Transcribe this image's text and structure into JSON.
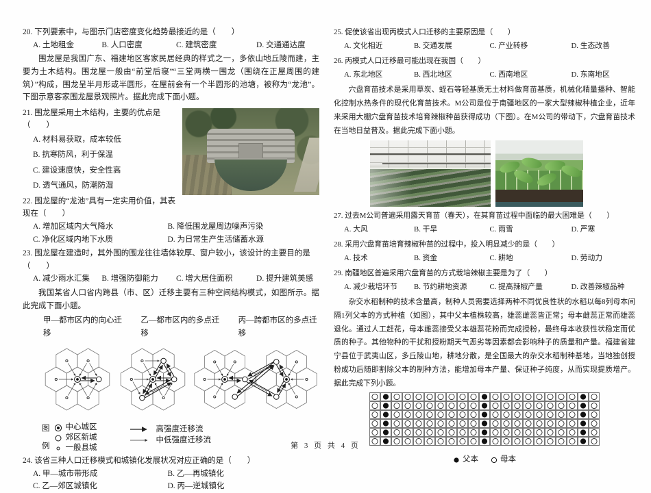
{
  "questions": {
    "q20": {
      "stem": "20. 下列要素中，与图示门店密度变化趋势最接近的是（　　）",
      "options": [
        "A. 土地租金",
        "B. 人口密度",
        "C. 建筑密度",
        "D. 交通通达度"
      ]
    },
    "q21": {
      "stem": "21. 围龙屋采用土木结构，主要的优点是（　　）",
      "options": [
        "A. 材料易获取，成本较低",
        "B. 抗寒防风，利于保温",
        "C. 建设速度快，安全性高",
        "D. 透气通风，防潮防湿"
      ]
    },
    "q22": {
      "stem": "22. 围龙屋的“龙池”具有一定实用价值，其表现在（　　）",
      "options": [
        "A. 增加区域内大气降水",
        "B. 降低围龙屋周边噪声污染",
        "C. 净化区域内地下水质",
        "D. 为日常生产生活储蓄水源"
      ]
    },
    "q23": {
      "stem": "23. 围龙屋在建造时，其外围的围龙往往墙体较厚、窗户较小，该设计的主要目的是（　　）",
      "options": [
        "A. 减少雨水汇集",
        "B. 增强防御能力",
        "C. 增大居住面积",
        "D. 提升建筑美感"
      ]
    },
    "q24": {
      "stem": "24. 该省三种人口迁移模式和城镇化发展状况对应正确的是（　　）",
      "options": [
        "A. 甲—城市带形成",
        "B. 乙—再城镇化",
        "C. 乙—郊区城镇化",
        "D. 丙—逆城镇化"
      ]
    },
    "q25": {
      "stem": "25. 促使该省出现丙模式人口迁移的主要原因是（　　）",
      "options": [
        "A. 文化相近",
        "B. 交通发展",
        "C. 产业转移",
        "D. 生态改善"
      ]
    },
    "q26": {
      "stem": "26. 丙模式人口迁移最可能出现在我国（　　）",
      "options": [
        "A. 东北地区",
        "B. 西北地区",
        "C. 西南地区",
        "D. 东南地区"
      ]
    },
    "q27": {
      "stem": "27. 过去M公司普遍采用露天育苗（春天），在其育苗过程中面临的最大困难是（　　）",
      "options": [
        "A. 大风",
        "B. 干旱",
        "C. 雨雪",
        "D. 严寒"
      ]
    },
    "q28": {
      "stem": "28. 采用穴盘育苗培育辣椒种苗的过程中，投入明显减少的是（　　）",
      "options": [
        "A. 技术",
        "B. 资金",
        "C. 耕地",
        "D. 劳动力"
      ]
    },
    "q29": {
      "stem": "29. 南疆地区普遍采用穴盘育苗的方式栽培辣椒主要是为了（　　）",
      "options": [
        "A. 减少栽培环节",
        "B. 节约耕地资源",
        "C. 提高辣椒产量",
        "D. 改善辣椒品种"
      ]
    }
  },
  "passages": {
    "p1": "围龙屋是我国广东、福建地区客家民居经典的样式之一，多依山地丘陵而建，主要为土木结构。围龙屋一般由“前堂后寝”“三堂两横一围龙（围绕在正屋周围的建筑）”构成，围龙呈半月形或半圆形，在屋前会有一个半圆形的池塘，被称为“龙池”。下图示意客家围龙屋景观照片。据此完成下面小题。",
    "p2": "我国某省人口省内跨县（市、区）迁移主要有三种空间结构模式，如图所示。据此完成下面小题。",
    "p3": "穴盘育苗技术是采用草炭、蛭石等轻基质无土材料做育苗基质，机械化精量播种、智能化控制水热条件的现代化育苗技术。M公司是位于南疆地区的一家大型辣椒种植企业，近年来采用大棚穴盘育苗技术培育辣椒种苗获得成功（下图）。在M公司的带动下，穴盘育苗技术在当地日益普及。据此完成下面小题。",
    "p4": "杂交水稻制种的技术含量高，制种人员需要选择两种不同优良性状的水稻以每8列母本间隔1列父本的方式种植（如图），其中父本植株较高，雄蕊雌蕊皆正常；母本雌蕊正常而雄蕊退化。通过人工赶花，母本雌蕊接受父本雄蕊花粉而完成授粉，最终母本收获性状稳定而优质的种子。其他物种的干扰和授粉期天气恶劣等因素都会影响种子的质量和产量。福建省建宁县位于武夷山区，多丘陵山地，耕地分散，是全国最大的杂交水稻制种基地，当地独创授粉成功后随即割除父本的制种方法，能增加母本产量、保证种子纯度，从而实现提质增产。据此完成下列小题。"
  },
  "migration_diagram": {
    "titles": [
      "甲—都市区内的向心迁移",
      "乙—都市区内的多点迁移",
      "丙—跨都市区的多点迁移"
    ],
    "legend_label_top": "图",
    "legend_label_bottom": "例",
    "legend_items": [
      {
        "symbol": "center-city",
        "label": "中心城区"
      },
      {
        "symbol": "suburb-newtown",
        "label": "郊区新城"
      },
      {
        "symbol": "county-town",
        "label": "一般县城"
      }
    ],
    "flow_items": [
      {
        "symbol": "high-intensity-arrow",
        "label": "高强度迁移流"
      },
      {
        "symbol": "mid-low-intensity-arrow",
        "label": "中低强度迁移流"
      }
    ]
  },
  "rice_grid": {
    "columns": 21,
    "rows": 6,
    "father_columns": [
      2,
      11,
      20
    ],
    "legend": [
      {
        "symbol": "filled-circle",
        "label": "父本"
      },
      {
        "symbol": "open-circle",
        "label": "母本"
      }
    ]
  },
  "footer": {
    "text": "第 3 页 共 4 页"
  }
}
